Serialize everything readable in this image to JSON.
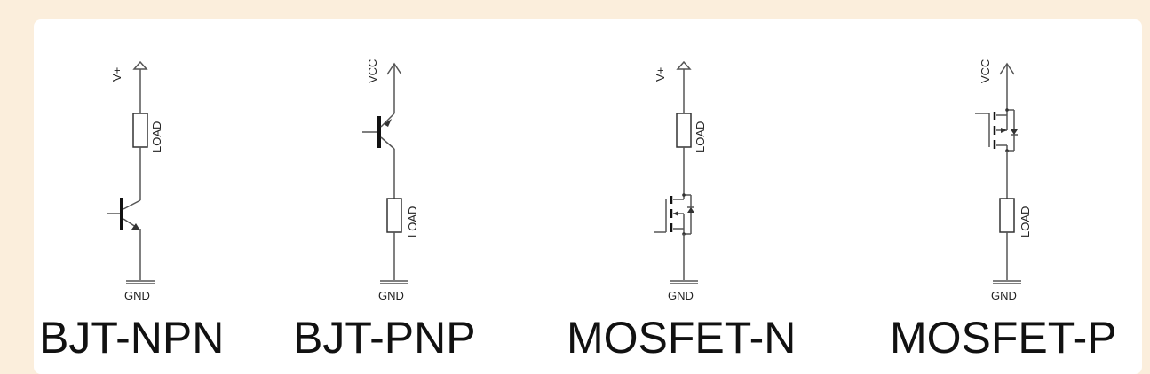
{
  "circuits": [
    {
      "title": "BJT-NPN",
      "supply": "V+",
      "load": "LOAD",
      "ground": "GND"
    },
    {
      "title": "BJT-PNP",
      "supply": "VCC",
      "load": "LOAD",
      "ground": "GND"
    },
    {
      "title": "MOSFET-N",
      "supply": "V+",
      "load": "LOAD",
      "ground": "GND"
    },
    {
      "title": "MOSFET-P",
      "supply": "VCC",
      "load": "LOAD",
      "ground": "GND"
    }
  ]
}
